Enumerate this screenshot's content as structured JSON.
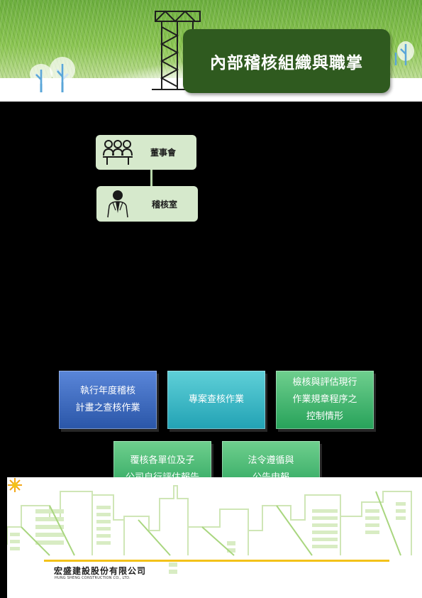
{
  "header": {
    "title": "內部稽核組織與職掌"
  },
  "org_chart": {
    "nodes": [
      {
        "label": "董事會",
        "icon": "board-meeting-icon"
      },
      {
        "label": "稽核室",
        "icon": "businessman-icon"
      }
    ]
  },
  "duties": [
    {
      "label": "執行年度稽核\n計畫之查核作業",
      "color": "#2a56a8"
    },
    {
      "label": "專案查核作業",
      "color": "#22a2b4"
    },
    {
      "label": "檢核與評估現行\n作業規章程序之\n控制情形",
      "color": "#27a25a"
    },
    {
      "label": "覆核各單位及子\n公司自行評估報告",
      "color": "#27a25a"
    },
    {
      "label": "法令遵循與\n公告申報",
      "color": "#27a25a"
    }
  ],
  "footer": {
    "company_cn": "宏盛建設股份有限公司",
    "company_en": "HUNG SHENG CONSTRUCTION CO., LTD.",
    "accent_color": "#f3c21a"
  }
}
